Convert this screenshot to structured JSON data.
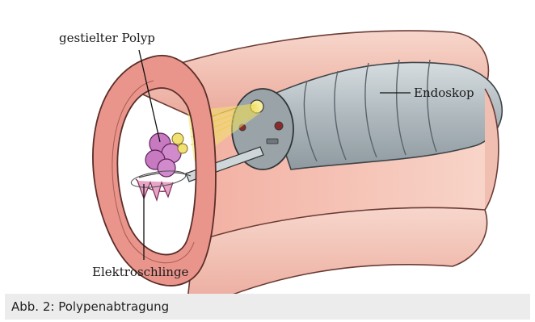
{
  "figure": {
    "labels": {
      "polyp": "gestielter Polyp",
      "endoscope": "Endoskop",
      "snare": "Elektroschlinge"
    },
    "caption": "Abb. 2: Polypenabtragung"
  },
  "colors": {
    "tissue_outer": "#f4c6b8",
    "tissue_inner": "#f2b3a6",
    "tissue_cut": "#e98f87",
    "endoscope_gray": "#b6bec2",
    "light_beam": "#f3e36a",
    "polyp": "#c77ac0"
  }
}
